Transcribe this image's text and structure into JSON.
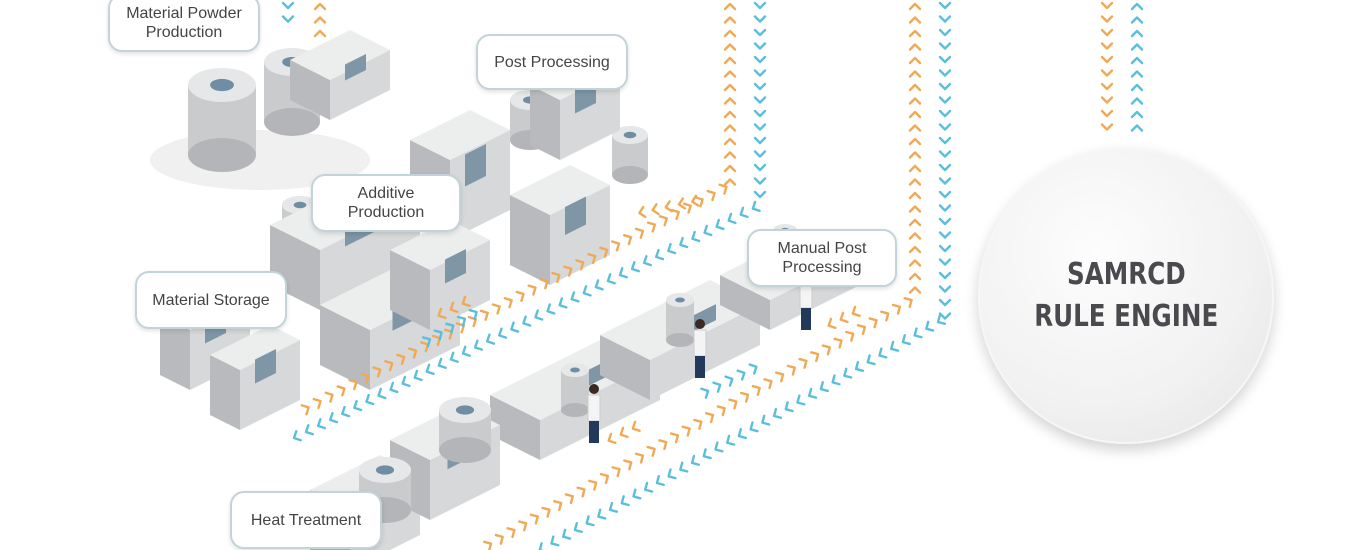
{
  "colors": {
    "outbound_arrows": "#f0a955",
    "inbound_arrows": "#5bbfdc",
    "label_border": "#c3d3da",
    "machine": "#c9cbcd"
  },
  "stations": [
    {
      "id": "material-powder-production",
      "label": "Material Powder Production"
    },
    {
      "id": "post-processing",
      "label": "Post Processing"
    },
    {
      "id": "additive-production",
      "label": "Additive Production"
    },
    {
      "id": "material-storage",
      "label": "Material Storage"
    },
    {
      "id": "manual-post-processing",
      "label": "Manual Post Processing"
    },
    {
      "id": "heat-treatment",
      "label": "Heat Treatment"
    }
  ],
  "engine": {
    "line1": "SAMRCD",
    "line2": "RULE ENGINE"
  }
}
